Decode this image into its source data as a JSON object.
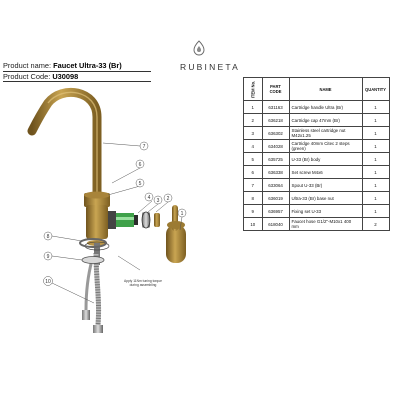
{
  "header": {
    "name_label": "Product name:",
    "name_value": "Faucet Ultra-33 (Br)",
    "code_label": "Product Code:",
    "code_value": "U30098"
  },
  "brand": {
    "name": "RUBINETA"
  },
  "table": {
    "columns": [
      "ITEM No.",
      "PART CODE",
      "NAME",
      "QUANTITY"
    ],
    "rows": [
      {
        "pos": "1",
        "code": "631163",
        "name": "Cartridge handle Ultra (Br)",
        "qty": "1"
      },
      {
        "pos": "2",
        "code": "636218",
        "name": "Cartridge cap 47mm (Br)",
        "qty": "1"
      },
      {
        "pos": "3",
        "code": "636302",
        "name": "Stainless steel cartridge nut M42x1.25",
        "qty": "1"
      },
      {
        "pos": "4",
        "code": "634028",
        "name": "Cartridge 40mm Citec 2 steps (green)",
        "qty": "1"
      },
      {
        "pos": "5",
        "code": "635725",
        "name": "U-33 (Br) body",
        "qty": "1"
      },
      {
        "pos": "6",
        "code": "636338",
        "name": "Set screw M4x6",
        "qty": "1"
      },
      {
        "pos": "7",
        "code": "633064",
        "name": "Spout U-33 (Br)",
        "qty": "1"
      },
      {
        "pos": "8",
        "code": "636019",
        "name": "Ultra-33 (Br) base nut",
        "qty": "1"
      },
      {
        "pos": "9",
        "code": "636957",
        "name": "Fixing set U-33",
        "qty": "1"
      },
      {
        "pos": "10",
        "code": "618040",
        "name": "Faucet hose G1/2\"-M10x1 400 mm",
        "qty": "2"
      }
    ]
  },
  "callouts": [
    "7",
    "6",
    "5",
    "4",
    "3",
    "2",
    "1",
    "8",
    "9",
    "10"
  ],
  "note": "Apply 11Nm tuning torque during assembling",
  "colors": {
    "brass": "#b08a3a",
    "brass_dark": "#7d5f22",
    "cartridge_green": "#4caf50",
    "line": "#333333"
  }
}
